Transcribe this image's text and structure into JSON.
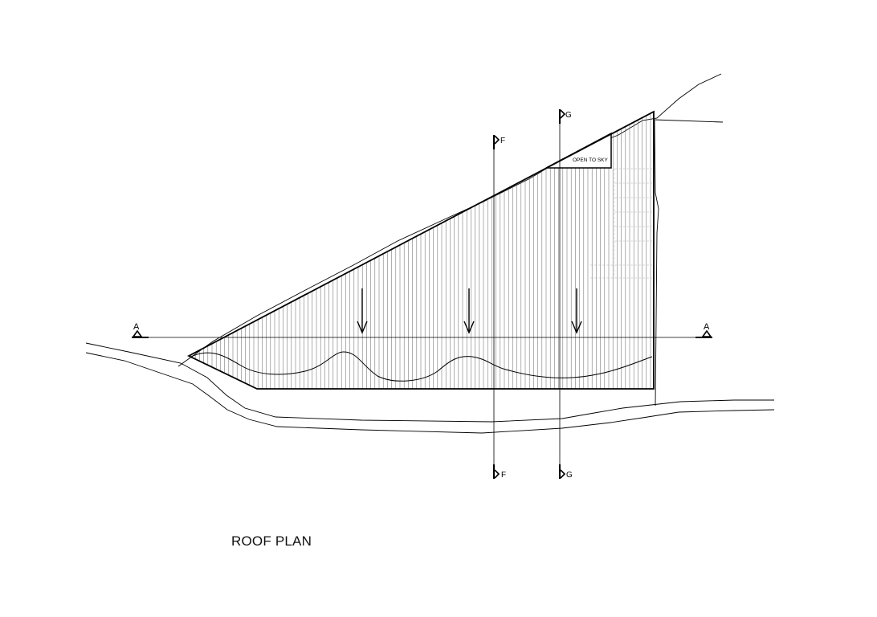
{
  "title": "ROOF PLAN",
  "annotation": "OPEN TO SKY",
  "section_markers": {
    "a_left": "A",
    "a_right": "A",
    "f_top": "F",
    "f_bottom": "F",
    "g_top": "G",
    "g_bottom": "G"
  },
  "colors": {
    "line": "#000000",
    "hatch": "#6e6e6e",
    "faint": "#c8c8c8"
  },
  "icons": {
    "section_flag": "section-flag-icon",
    "section_triangle": "section-triangle-icon",
    "arrow": "slope-down-arrow-icon"
  }
}
